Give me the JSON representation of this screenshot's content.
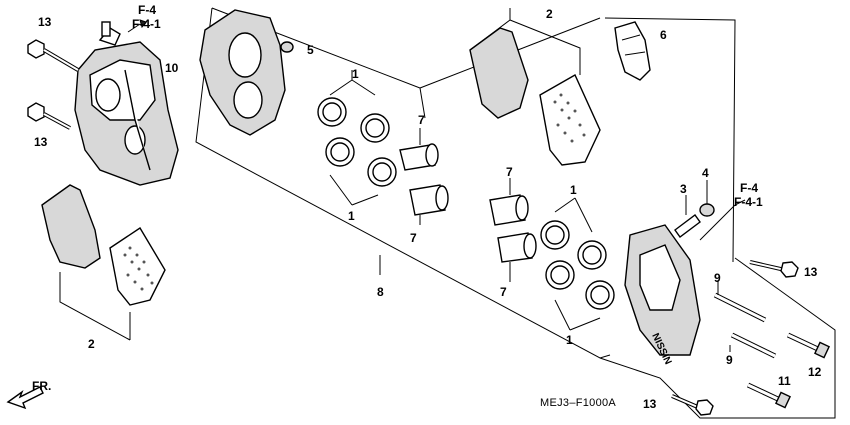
{
  "diagram": {
    "code": "MEJ3–F1000A",
    "direction_label": "FR.",
    "callouts": [
      {
        "id": "c13a",
        "text": "13"
      },
      {
        "id": "c13b",
        "text": "13"
      },
      {
        "id": "c10",
        "text": "10"
      },
      {
        "id": "c2a",
        "text": "2"
      },
      {
        "id": "c2b",
        "text": "2"
      },
      {
        "id": "c5",
        "text": "5"
      },
      {
        "id": "c6",
        "text": "6"
      },
      {
        "id": "c1a",
        "text": "1"
      },
      {
        "id": "c1b",
        "text": "1"
      },
      {
        "id": "c1c",
        "text": "1"
      },
      {
        "id": "c1d",
        "text": "1"
      },
      {
        "id": "c7a",
        "text": "7"
      },
      {
        "id": "c7b",
        "text": "7"
      },
      {
        "id": "c7c",
        "text": "7"
      },
      {
        "id": "c7d",
        "text": "7"
      },
      {
        "id": "c8",
        "text": "8"
      },
      {
        "id": "c3",
        "text": "3"
      },
      {
        "id": "c4",
        "text": "4"
      },
      {
        "id": "c9a",
        "text": "9"
      },
      {
        "id": "c9b",
        "text": "9"
      },
      {
        "id": "c11",
        "text": "11"
      },
      {
        "id": "c12",
        "text": "12"
      },
      {
        "id": "c13c",
        "text": "13"
      },
      {
        "id": "c13d",
        "text": "13"
      }
    ],
    "refs": [
      {
        "id": "ref-top-a",
        "text": "F-4"
      },
      {
        "id": "ref-top-b",
        "text": "F-4-1"
      },
      {
        "id": "ref-right-a",
        "text": "F-4"
      },
      {
        "id": "ref-right-b",
        "text": "F-4-1"
      }
    ],
    "caliper_brand": "NISSIN"
  }
}
